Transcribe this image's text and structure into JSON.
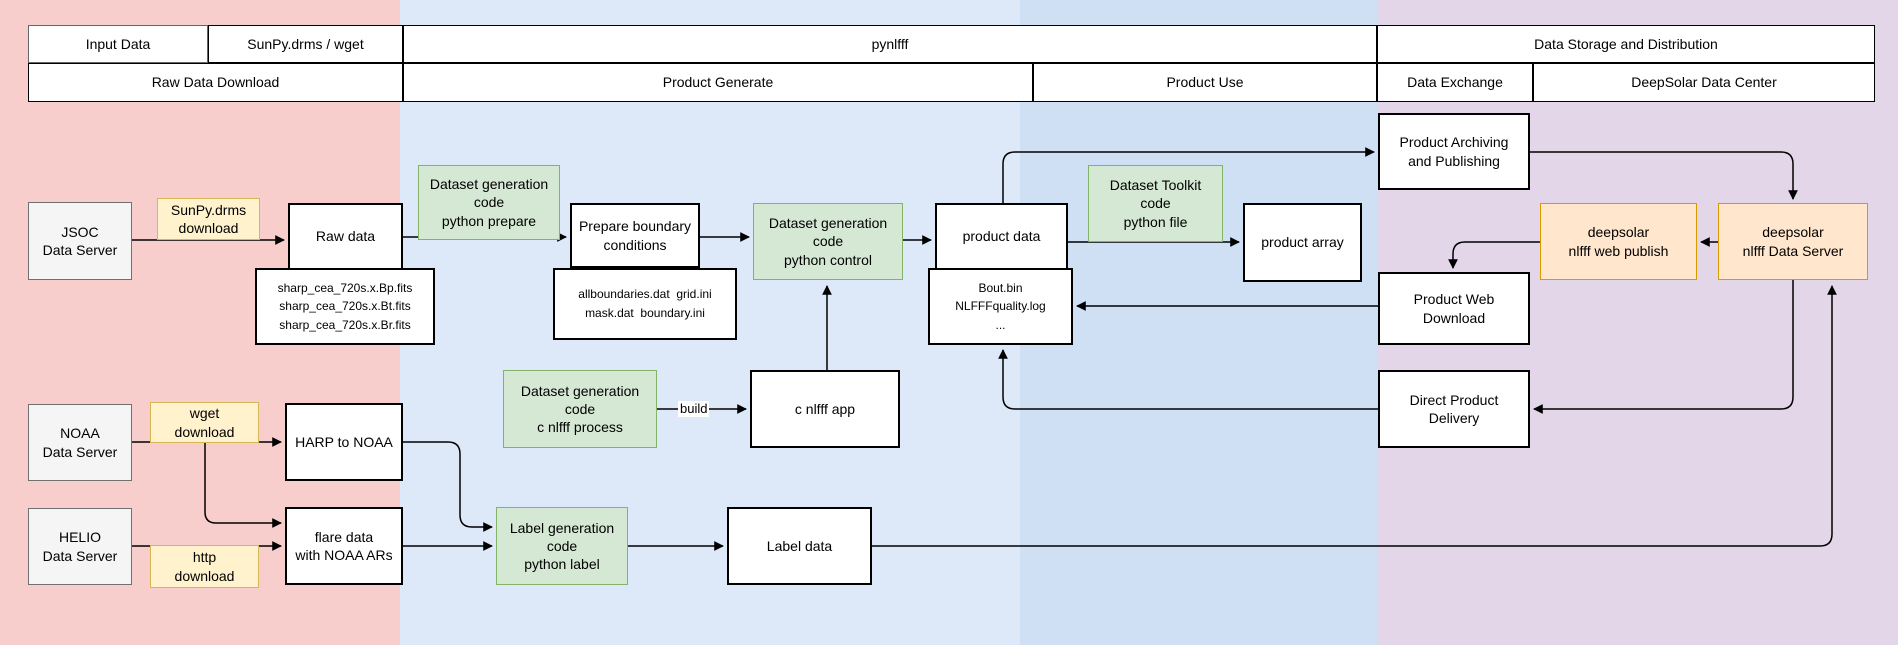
{
  "colors": {
    "band_raw_download": "#f8cecc",
    "band_product_generate": "#dde9f9",
    "band_product_use": "#cfe0f4",
    "band_storage": "#e2d6e8",
    "tool_fill": "#fff2cc",
    "tool_border": "#d6b656",
    "code_fill": "#d5e8d4",
    "code_border": "#82b366",
    "deepsolar_fill": "#ffe6cc",
    "deepsolar_border": "#d79b00",
    "server_fill": "#f5f5f5"
  },
  "lanes": {
    "row1": [
      "Input Data",
      "SunPy.drms / wget",
      "pynlfff",
      "Data Storage and Distribution"
    ],
    "row2": [
      "Raw Data Download",
      "Product Generate",
      "Product Use",
      "Data Exchange",
      "DeepSolar Data Center"
    ]
  },
  "nodes": {
    "jsoc_server": "JSOC\nData Server",
    "sunpy_download": "SunPy.drms\ndownload",
    "raw_data": "Raw data",
    "raw_files": "sharp_cea_720s.x.Bp.fits\nsharp_cea_720s.x.Bt.fits\nsharp_cea_720s.x.Br.fits",
    "python_prepare": "Dataset generation\ncode\npython prepare",
    "prepare_boundary": "Prepare boundary\nconditions",
    "prepare_files": "allboundaries.dat  grid.ini\nmask.dat  boundary.ini",
    "python_control": "Dataset generation\ncode\npython control",
    "product_data": "product data",
    "product_files": "Bout.bin\nNLFFFquality.log\n...",
    "dataset_toolkit": "Dataset Toolkit\ncode\npython file",
    "product_array": "product array",
    "c_process": "Dataset generation\ncode\nc nlfff process",
    "c_app": "c nlfff app",
    "archiving": "Product Archiving\nand Publishing",
    "web_publish": "deepsolar\nnlfff web publish",
    "data_server": "deepsolar\nnlfff Data Server",
    "web_download": "Product Web\nDownload",
    "direct_delivery": "Direct Product\nDelivery",
    "noaa_server": "NOAA\nData Server",
    "wget_download": "wget\ndownload",
    "harp_to_noaa": "HARP to NOAA",
    "helio_server": "HELIO\nData Server",
    "http_download": "http\ndownload",
    "flare_data": "flare data\nwith NOAA ARs",
    "label_generation": "Label generation\ncode\npython label",
    "label_data": "Label data"
  },
  "edge_labels": {
    "build": "build"
  }
}
